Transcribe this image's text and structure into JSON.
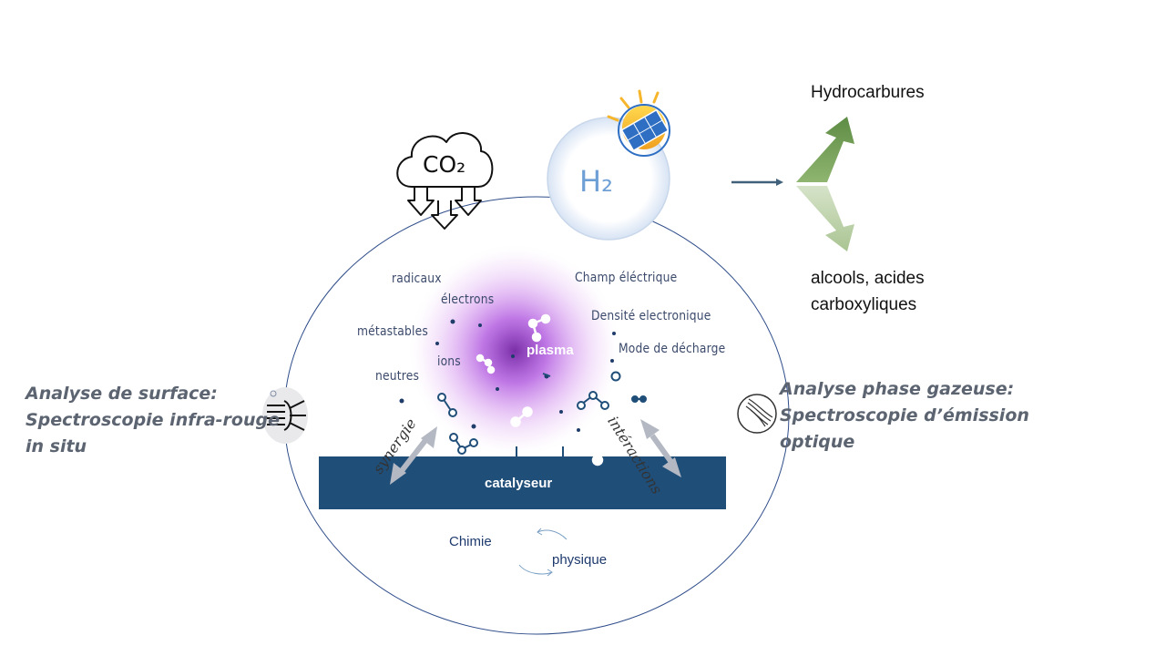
{
  "inputs": {
    "co2": "CO₂",
    "h2": "H₂"
  },
  "products": {
    "up": "Hydrocarbures",
    "down_line1": "alcools, acides",
    "down_line2": "carboxyliques"
  },
  "species": {
    "radicaux": "radicaux",
    "electrons": "électrons",
    "metastables": "métastables",
    "ions": "ions",
    "neutres": "neutres"
  },
  "parameters": {
    "champ": "Champ éléctrique",
    "densite": "Densité electronique",
    "mode": "Mode  de décharge"
  },
  "plasma": "plasma",
  "catalyst": "catalyseur",
  "arrows": {
    "left": "synergie",
    "right": "intéractions"
  },
  "cycle": {
    "chimie": "Chimie",
    "physique": "physique"
  },
  "left_panel": {
    "line1": "Analyse de surface:",
    "line2": "Spectroscopie infra-rouge",
    "line3": "in situ"
  },
  "right_panel": {
    "line1": "Analyse phase gazeuse:",
    "line2": "Spectroscopie d’émission",
    "line3": "optique"
  },
  "colors": {
    "catalyst_bar": "#1f4e79",
    "ellipse_stroke": "#2f4d8a",
    "plasma_core": "#8b3fb8",
    "arrow_up": "#6e9a4f",
    "arrow_down": "#b9cfa5",
    "grey_arrow": "#b4b8c2"
  },
  "icons": [
    "cloud-co2-icon",
    "solar-panel-icon",
    "ir-spectroscopy-icon",
    "optical-fiber-icon"
  ]
}
